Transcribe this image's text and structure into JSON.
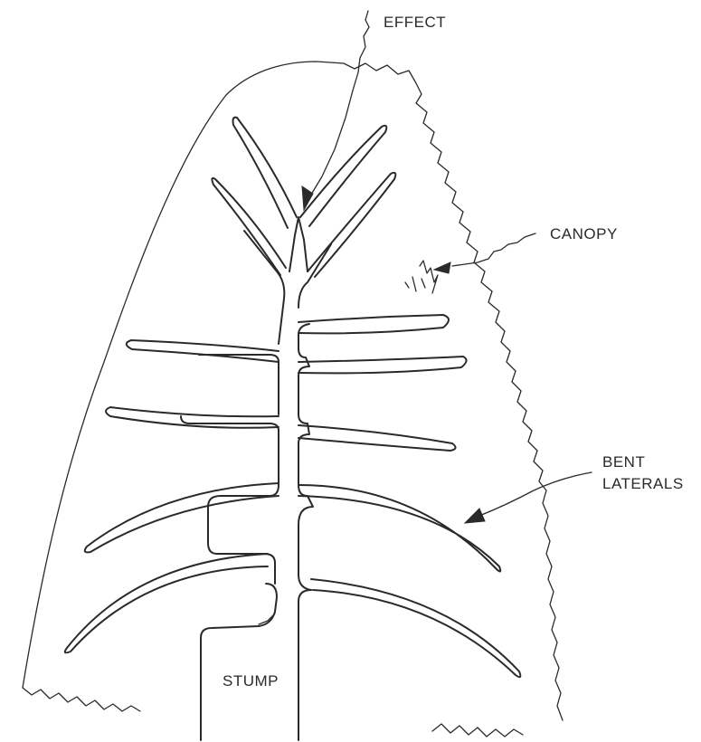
{
  "labels": {
    "effect": "EFFECT",
    "canopy": "CANOPY",
    "bent_line1": "BENT",
    "bent_line2": "LATERALS",
    "stump": "STUMP"
  }
}
